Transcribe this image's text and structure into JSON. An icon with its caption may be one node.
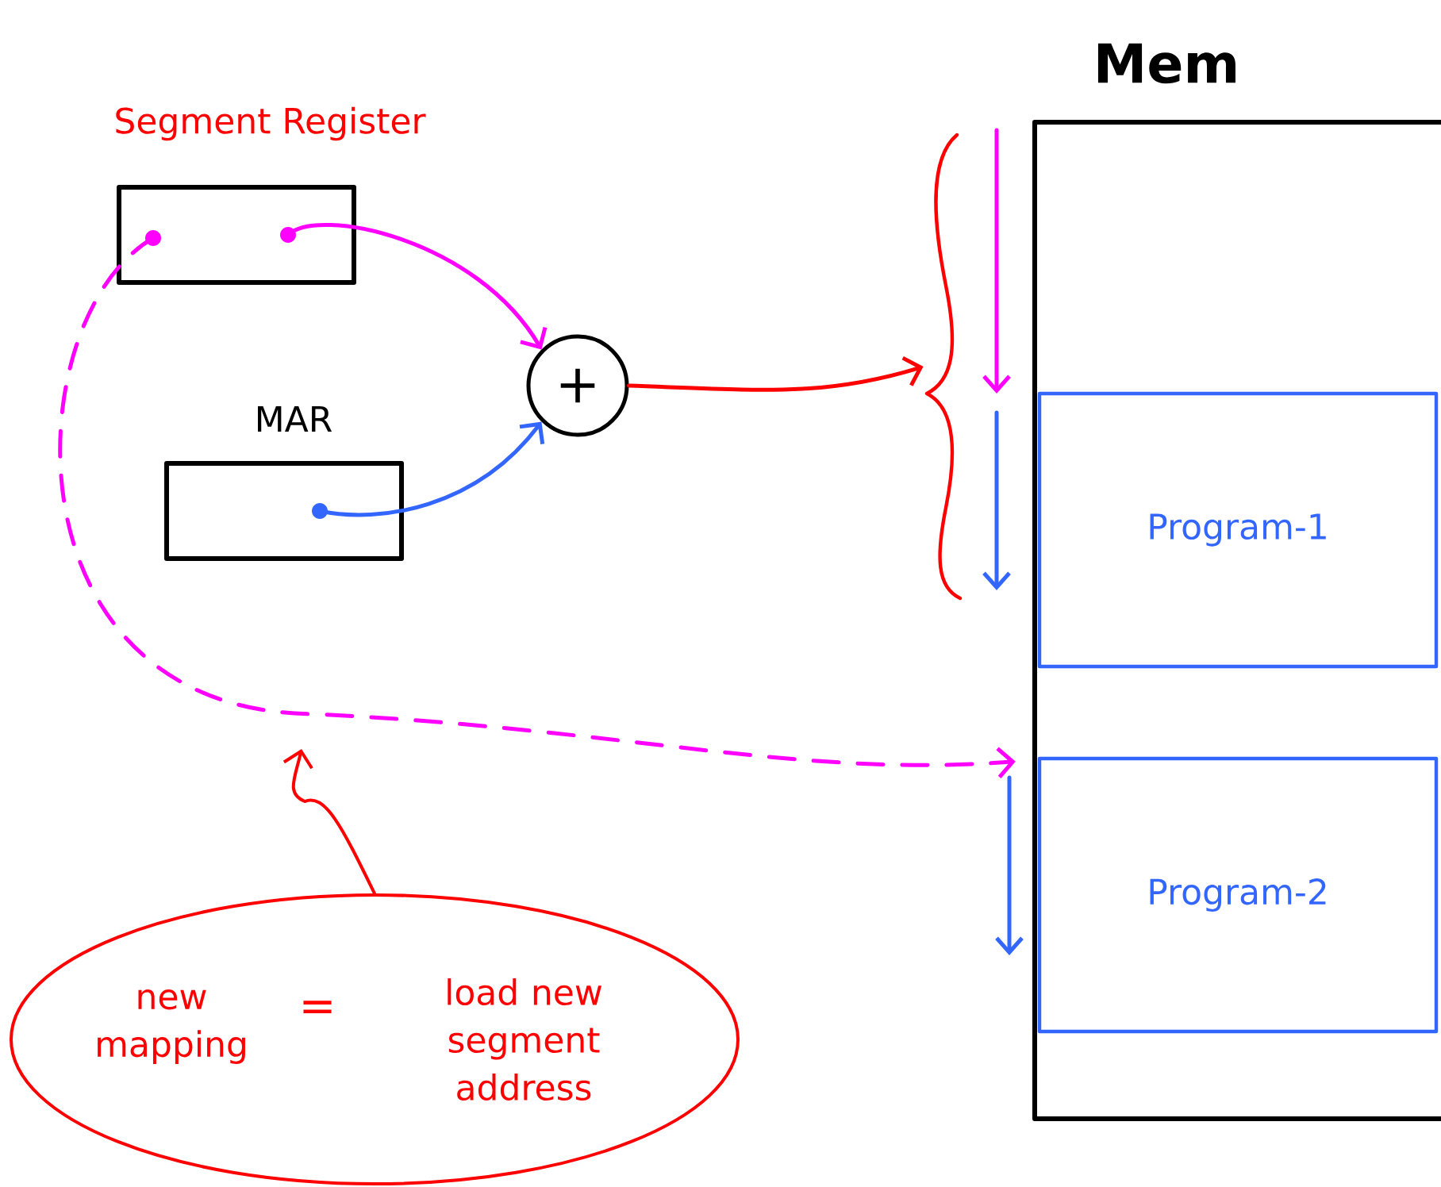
{
  "diagram": {
    "nodes": [
      {
        "text": [
          "Segment Register"
        ]
      },
      {
        "text": [
          "MAR"
        ]
      },
      {
        "text": [
          "+"
        ]
      },
      {
        "text": [
          "Mem"
        ]
      },
      {
        "text": [
          "Program-1"
        ],
        "in": 3
      },
      {
        "text": [
          "Program-2"
        ],
        "in": 3
      },
      {
        "text": [
          "new mapping",
          "=",
          "load new segment address"
        ]
      },
      {
        "text": [],
        "shape": "brace"
      }
    ],
    "edges": [
      {
        "from": 0,
        "to": 2,
        "arrow": "to",
        "color": "#ff00ff"
      },
      {
        "from": 1,
        "to": 2,
        "arrow": "to",
        "color": "#3366ff"
      },
      {
        "from": 2,
        "to": 7,
        "arrow": "to",
        "color": "#ff0000"
      },
      {
        "from": 0,
        "to": 5,
        "arrow": "to",
        "style": "dashed",
        "color": "#ff00ff"
      },
      {
        "from": 6,
        "to": null,
        "arrow": "to",
        "color": "#ff0000"
      }
    ]
  }
}
